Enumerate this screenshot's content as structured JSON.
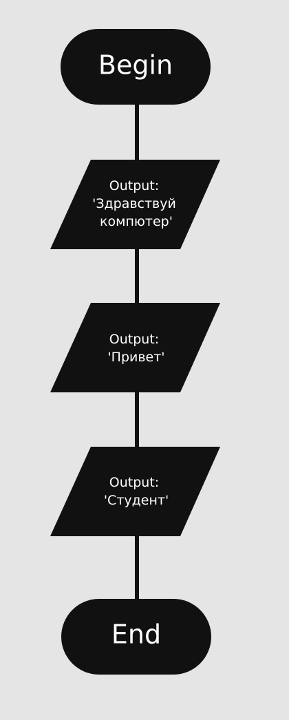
{
  "diagram": {
    "start": {
      "label": "Begin"
    },
    "steps": [
      {
        "lines": [
          "Output:",
          "'Здравствуй",
          "компютер'"
        ]
      },
      {
        "lines": [
          "Output:",
          "'Привет'"
        ]
      },
      {
        "lines": [
          "Output:",
          "'Студент'"
        ]
      }
    ],
    "end": {
      "label": "End"
    }
  }
}
